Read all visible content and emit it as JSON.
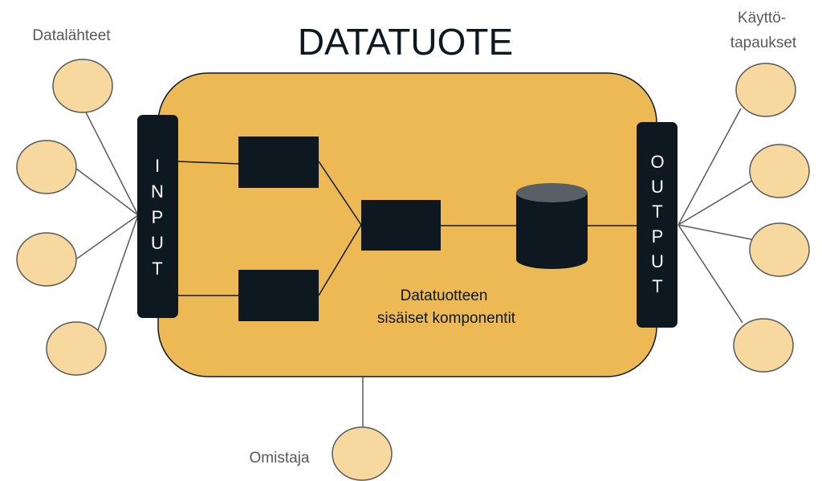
{
  "title": "DATATUOTE",
  "labels": {
    "sources": "Datalähteet",
    "use_cases_line1": "Käyttö-",
    "use_cases_line2": "tapaukset",
    "owner": "Omistaja",
    "inner_line1": "Datatuotteen",
    "inner_line2": "sisäiset komponentit"
  },
  "input_letters": [
    "I",
    "N",
    "P",
    "U",
    "T"
  ],
  "output_letters": [
    "O",
    "U",
    "T",
    "P",
    "U",
    "T"
  ],
  "colors": {
    "product_fill": "#ecb955",
    "node_fill": "#f7d9a0",
    "dark": "#0e1821",
    "cylinder_top": "#595f66",
    "line": "#595959"
  }
}
